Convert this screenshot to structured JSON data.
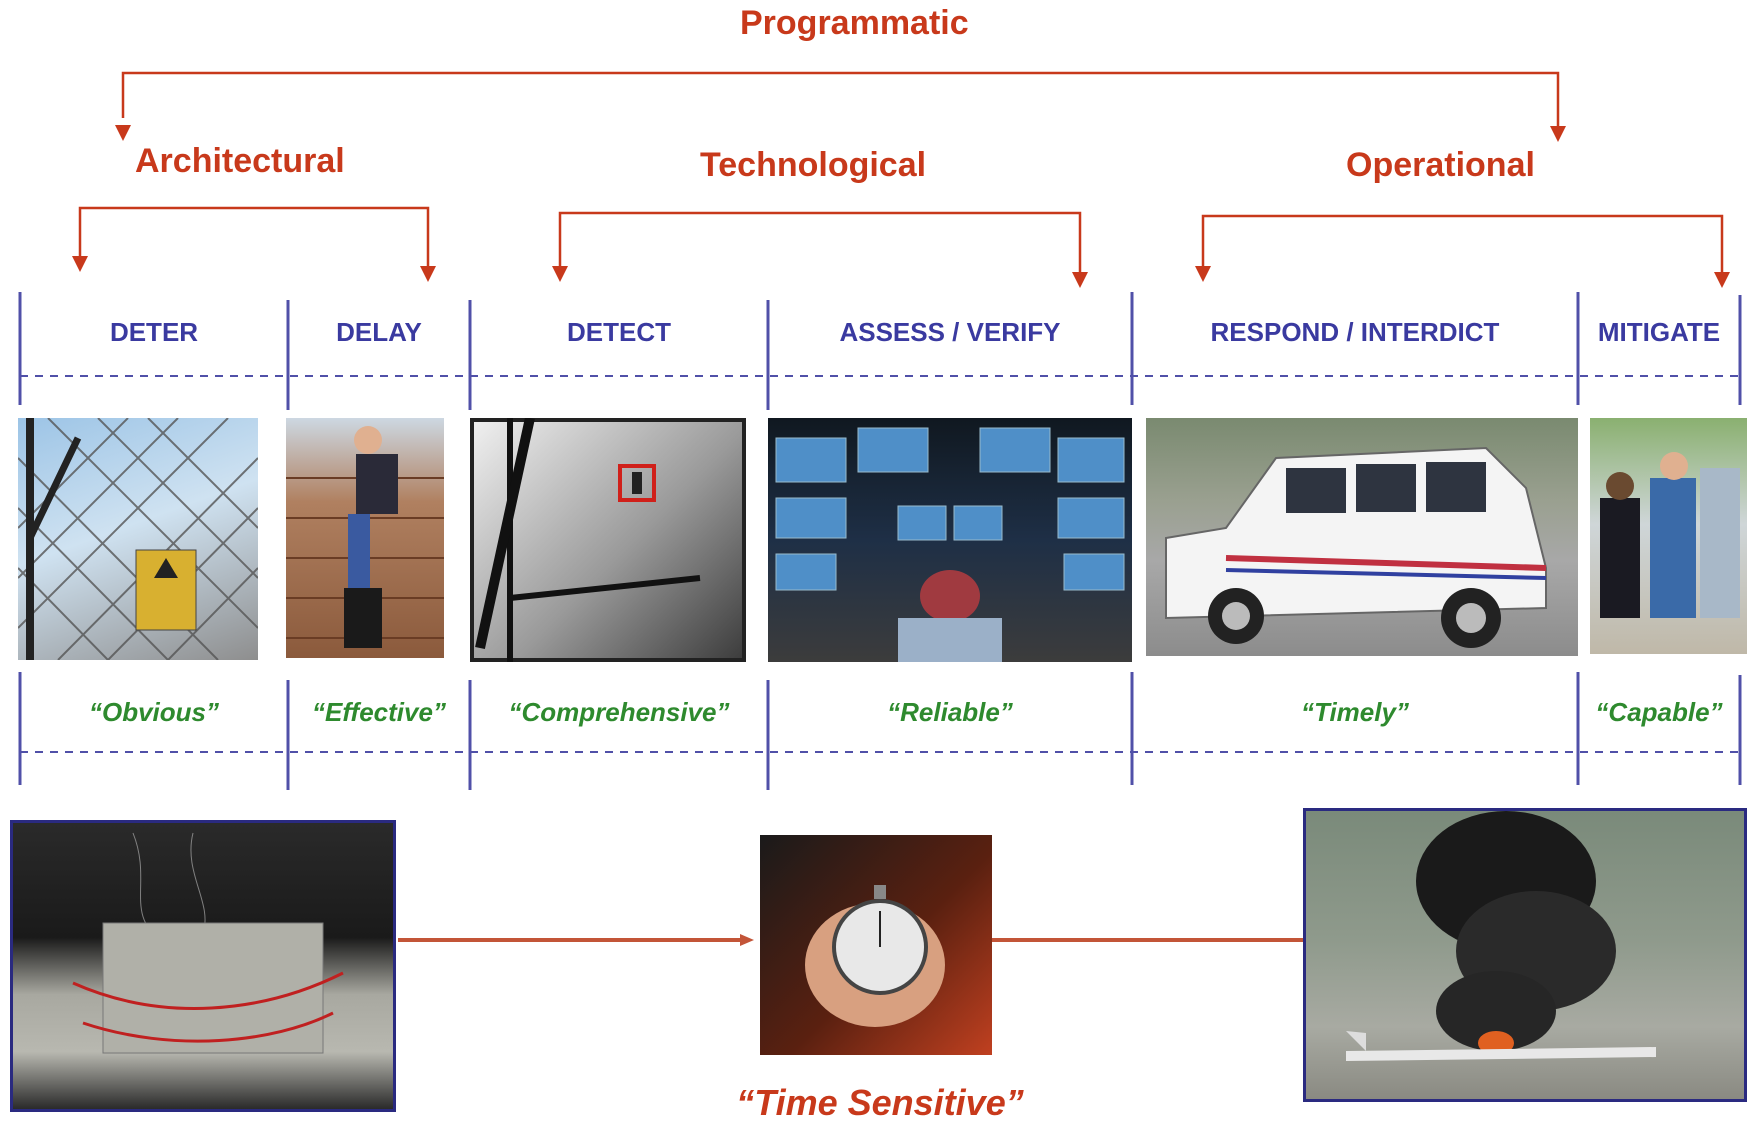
{
  "titles": {
    "programmatic": "Programmatic",
    "architectural": "Architectural",
    "technological": "Technological",
    "operational": "Operational"
  },
  "phases": [
    "DETER",
    "DELAY",
    "DETECT",
    "ASSESS / VERIFY",
    "RESPOND / INTERDICT",
    "MITIGATE"
  ],
  "qualities": [
    "“Obvious”",
    "“Effective”",
    "“Comprehensive”",
    "“Reliable”",
    "“Timely”",
    "“Capable”"
  ],
  "timeline": {
    "caption": "“Time Sensitive”"
  },
  "colors": {
    "accent": "#c8391b",
    "phase": "#3a3aa0",
    "quality": "#2e8a2e"
  }
}
